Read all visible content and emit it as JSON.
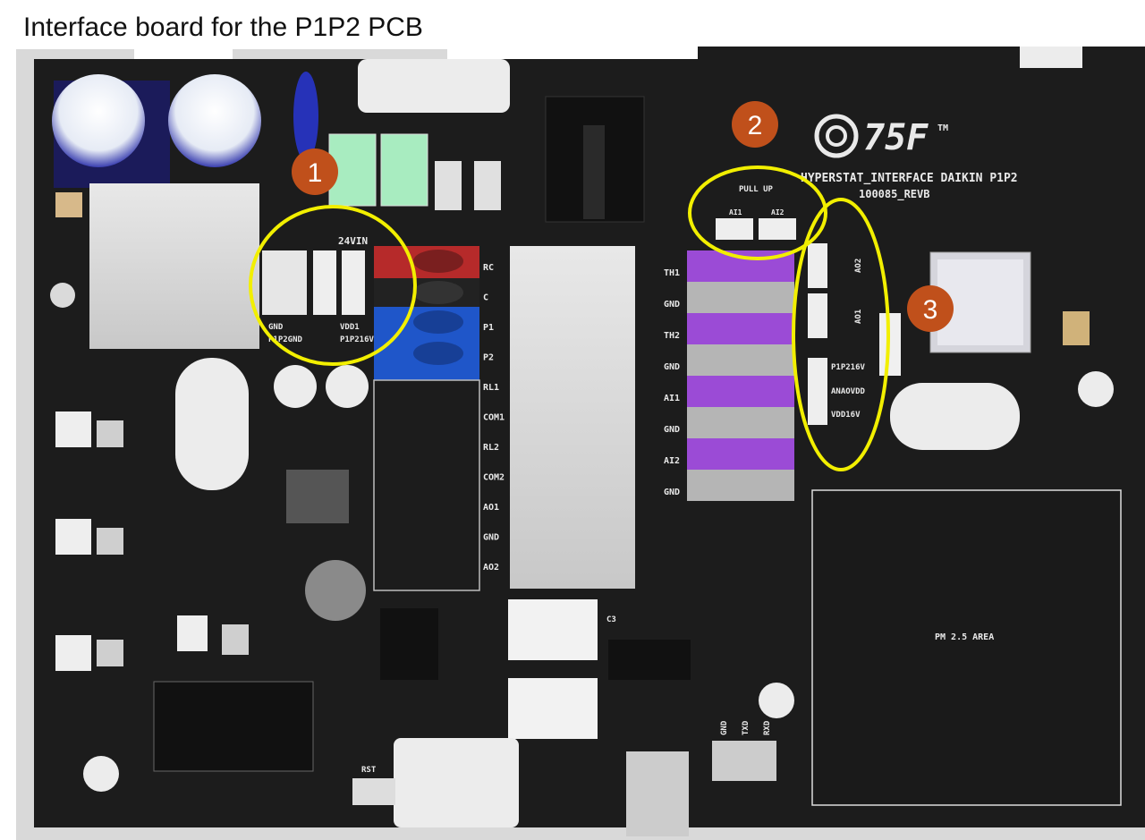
{
  "title": "Interface board for the P1P2 PCB",
  "board": {
    "brand": "75F",
    "brand_tm": "TM",
    "name_line1": "HYPERSTAT_INTERFACE DAIKIN P1P2",
    "name_line2": "100085_REVB",
    "pm_area": "PM 2.5 AREA",
    "pull_up": "PULL UP",
    "pull_up_ai1": "AI1",
    "pull_up_ai2": "AI2",
    "jumper_top": "24VIN",
    "jumper_gnd": "GND",
    "jumper_p1p2gnd": "P1P2GND",
    "jumper_vdd1": "VDD1",
    "jumper_p1p216v": "P1P216V",
    "left_terminals": [
      "RC",
      "C",
      "P1",
      "P2",
      "RL1",
      "COM1",
      "RL2",
      "COM2",
      "AO1",
      "GND",
      "AO2"
    ],
    "right_terminals": [
      "TH1",
      "GND",
      "TH2",
      "GND",
      "AI1",
      "GND",
      "AI2",
      "GND"
    ],
    "mid_labels": [
      "AO2",
      "AO1",
      "P1P216V",
      "ANAOVDD",
      "VDD16V"
    ],
    "uart_labels": [
      "GND",
      "TXD",
      "RXD"
    ],
    "rst": "RST",
    "c3": "C3"
  },
  "callouts": [
    "1",
    "2",
    "3"
  ],
  "colors": {
    "callout": "#c0501b",
    "highlight": "#f2ef00",
    "pcb": "#1c1c1c",
    "terminal_red": "#b62a2a",
    "terminal_blue": "#1f56c9",
    "terminal_purple": "#9b4bd6"
  }
}
